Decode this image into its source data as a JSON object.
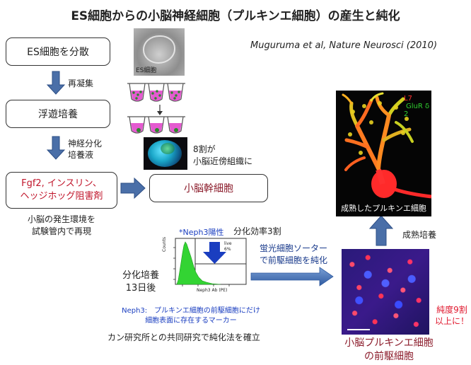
{
  "title": "ES細胞からの小脳神経細胞（プルキンエ細胞）の産生と純化",
  "citation": "Muguruma et al, Nature Neurosci (2010)",
  "steps": {
    "step1": "ES細胞を分散",
    "arrow1_label": "再凝集",
    "step2": "浮遊培養",
    "arrow2_label_line1": "神経分化",
    "arrow2_label_line2": "培養液",
    "step3_line1": "Fgf2, インスリン、",
    "step3_line2": "ヘッジホッグ阻害剤",
    "step3_note_line1": "小脳の発生環境を",
    "step3_note_line2": "試験管内で再現",
    "stem": "小脳幹細胞"
  },
  "es_label": "ES細胞",
  "tissue_note_line1": "8割が",
  "tissue_note_line2": "小脳近傍組織に",
  "neph3_positive": "*Neph3陽性",
  "efficiency": "分化効率3割",
  "culture_line1": "分化培養",
  "culture_line2": "13日後",
  "facs": {
    "ylabel": "Counts",
    "xlabel": "Neph3 Ab (PE)",
    "gate_line1": "live",
    "gate_line2": "6%"
  },
  "sorter_line1": "蛍光細胞ソーター",
  "sorter_line2": "で前駆細胞を純化",
  "neph3_def_line1": "Neph3:　プルキンエ細胞の前駆細胞にだけ",
  "neph3_def_line2": "細胞表面に存在するマーカー",
  "collab": "カン研究所との共同研究で純化法を確立",
  "progenitor_line1": "小脳プルキンエ細胞",
  "progenitor_line2": "の前駆細胞",
  "purity_line1": "純度9割",
  "purity_line2": "以上に！",
  "maturation": "成熟培養",
  "mature_caption": "成熟したプルキンエ細胞",
  "mature_stain_l7": "L7",
  "mature_stain_glur": "GluR δ 2",
  "colors": {
    "arrow_blue": "#4a6fa8",
    "red_text": "#c0142a",
    "blue_text": "#1a3ec0",
    "facs_green": "#33d433"
  }
}
